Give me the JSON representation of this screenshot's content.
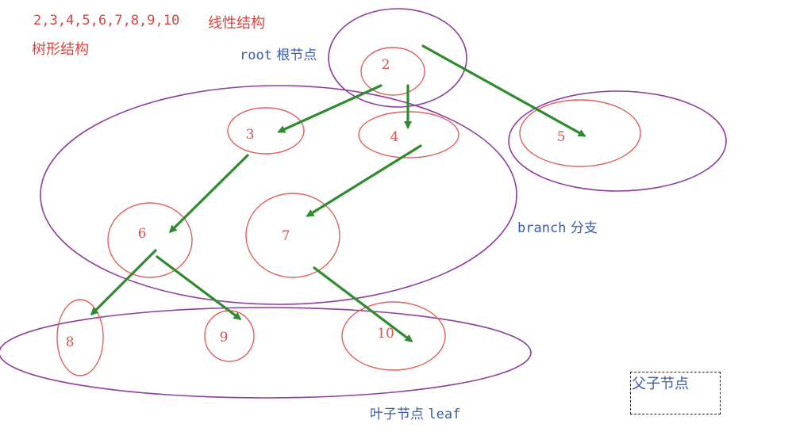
{
  "notes": {
    "sequence": "2,3,4,5,6,7,8,9,10",
    "linear_structure": "线性结构",
    "tree_structure": "树形结构"
  },
  "regions": {
    "root": {
      "en": "root",
      "zh": "根节点"
    },
    "branch": {
      "en": "branch",
      "zh": "分支"
    },
    "leaf": {
      "zh": "叶子节点",
      "en": "leaf"
    }
  },
  "legend": {
    "label": "父子节点"
  },
  "nodes": [
    {
      "id": "2",
      "label": "2"
    },
    {
      "id": "3",
      "label": "3"
    },
    {
      "id": "4",
      "label": "4"
    },
    {
      "id": "5",
      "label": "5"
    },
    {
      "id": "6",
      "label": "6"
    },
    {
      "id": "7",
      "label": "7"
    },
    {
      "id": "8",
      "label": "8"
    },
    {
      "id": "9",
      "label": "9"
    },
    {
      "id": "10",
      "label": "10"
    }
  ],
  "edges": [
    {
      "from": "2",
      "to": "3"
    },
    {
      "from": "2",
      "to": "4"
    },
    {
      "from": "2",
      "to": "5"
    },
    {
      "from": "3",
      "to": "6"
    },
    {
      "from": "4",
      "to": "7"
    },
    {
      "from": "6",
      "to": "8"
    },
    {
      "from": "6",
      "to": "9"
    },
    {
      "from": "7",
      "to": "10"
    }
  ],
  "colors": {
    "node_stroke": "#e0605c",
    "node_text": "#d9534f",
    "region_stroke": "#8e3c9e",
    "arrow": "#2e8b2e",
    "note_red": "#e0413d",
    "note_blue": "#3b5ba8"
  }
}
